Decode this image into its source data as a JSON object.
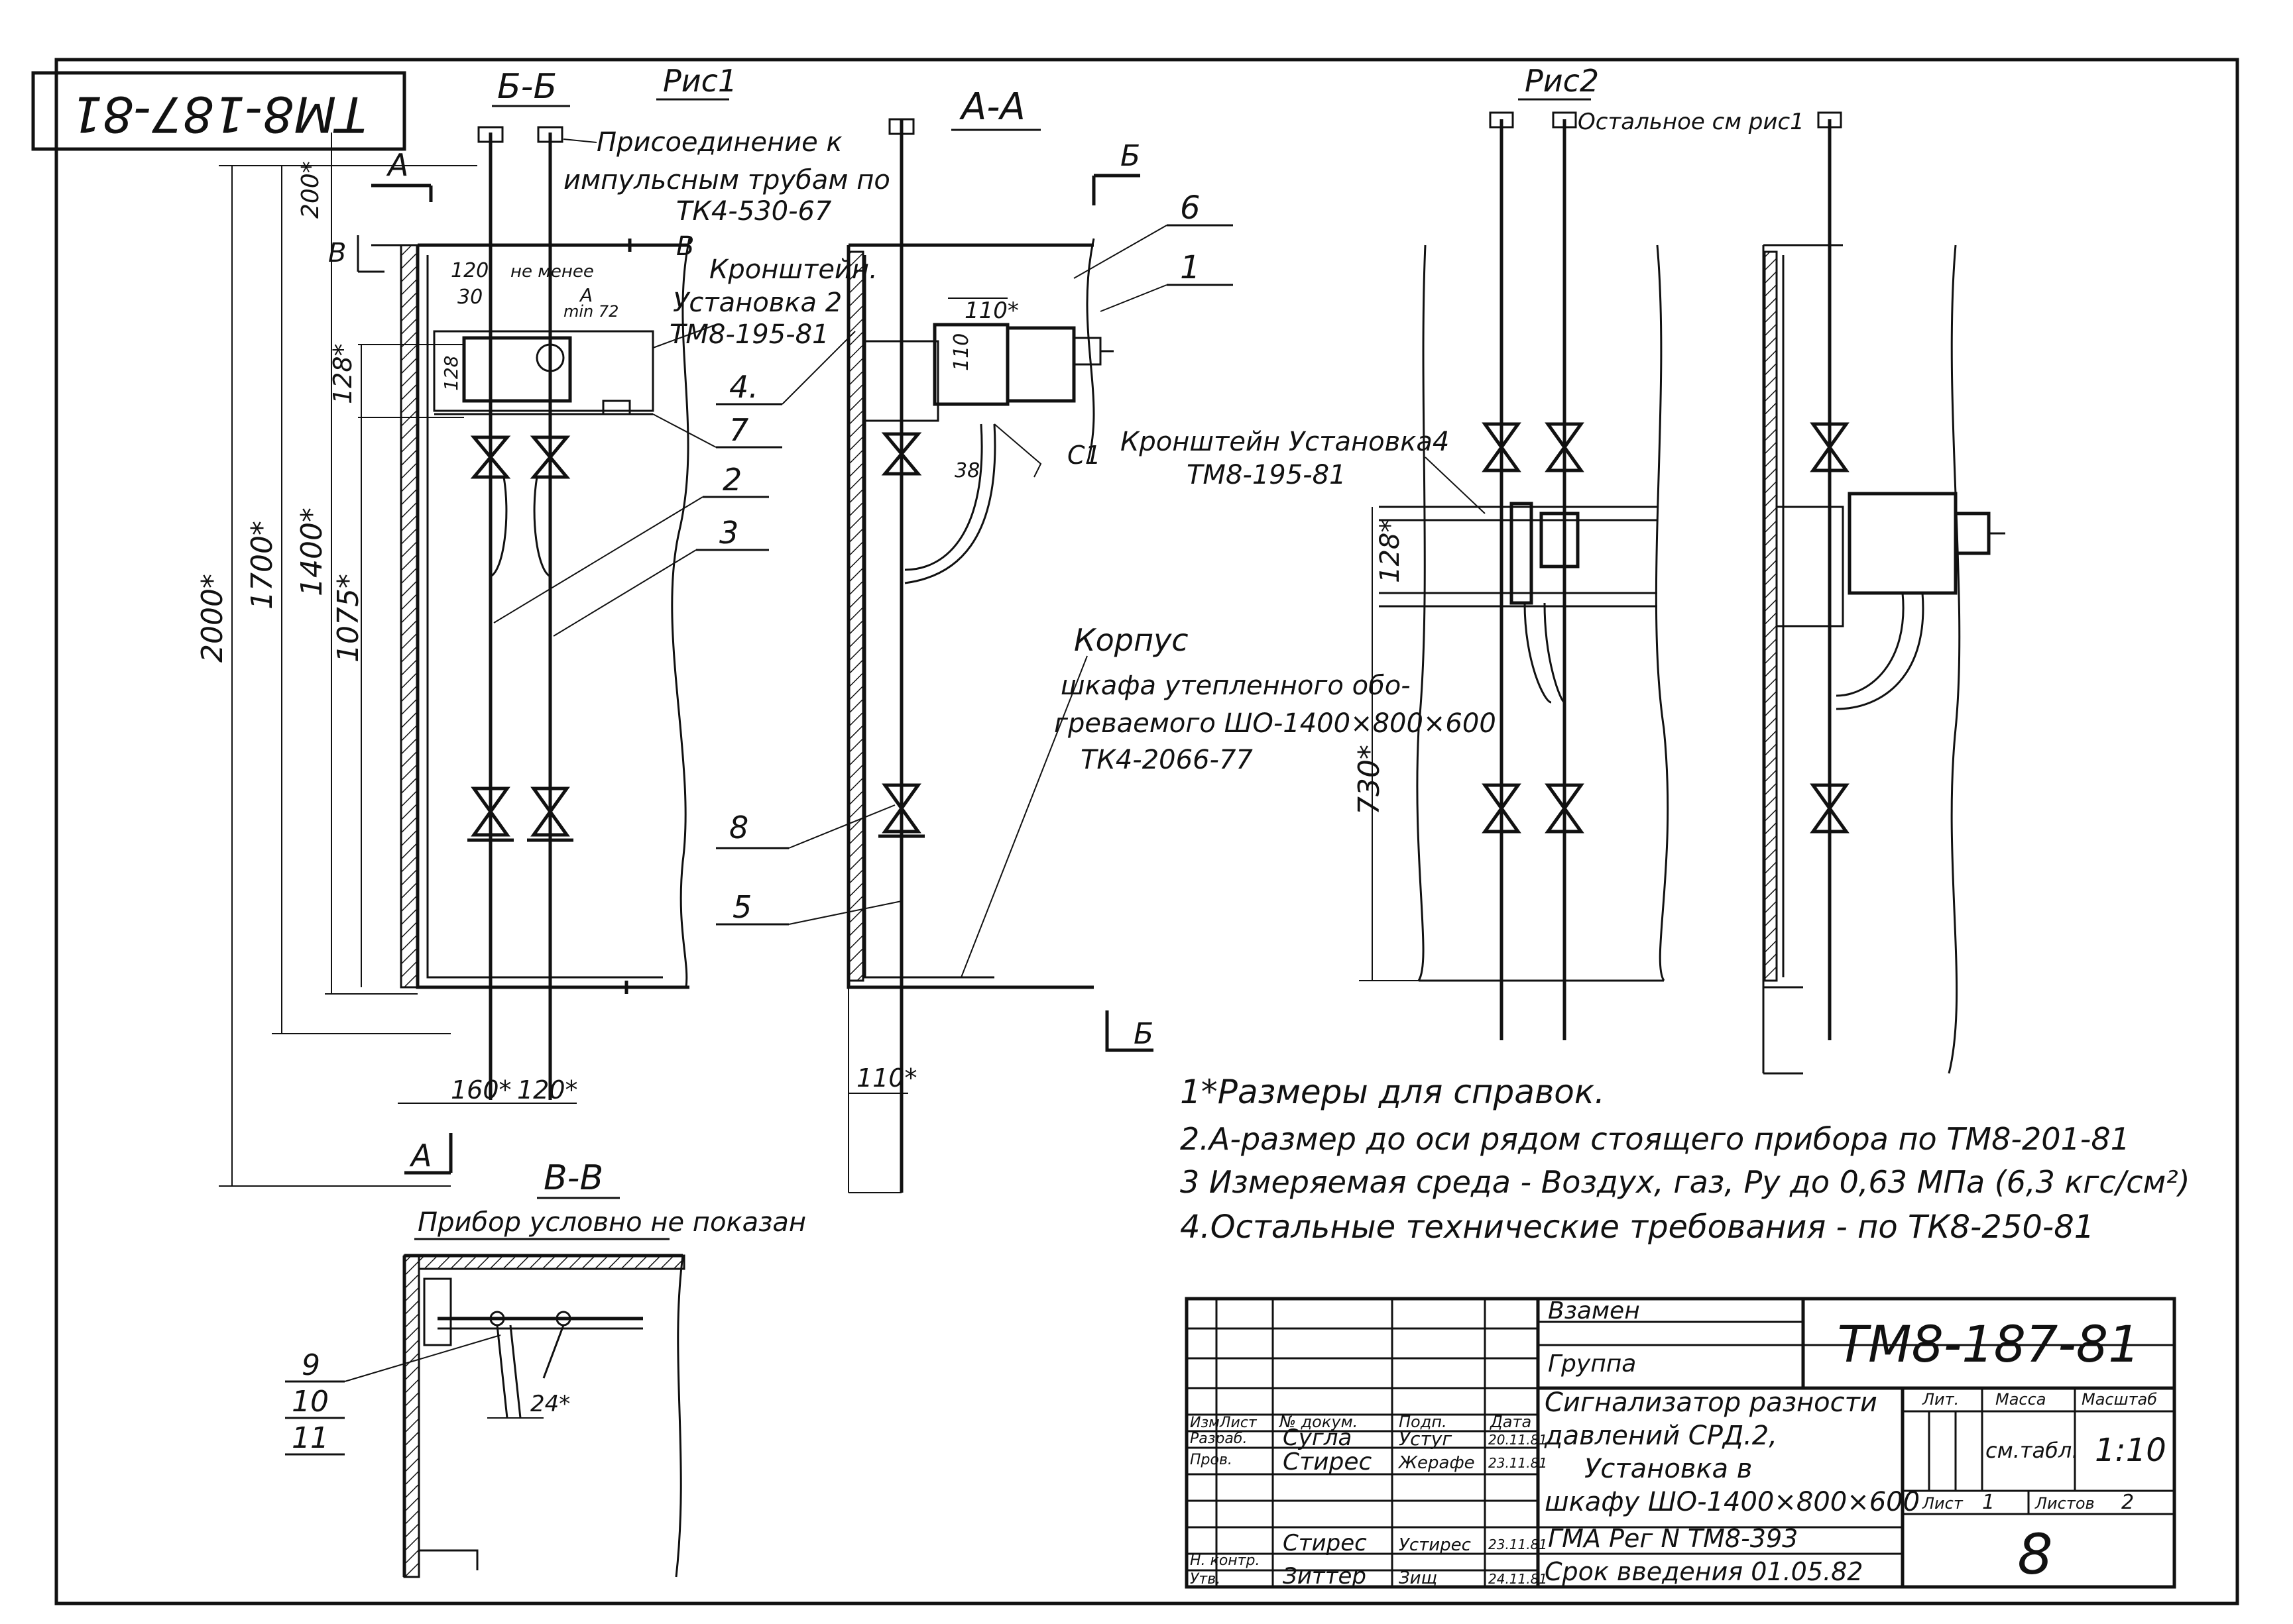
{
  "doc_code_rotated": "ТМ8-187-81",
  "views": {
    "fig1_title": "Рис1",
    "section_bb": "Б-Б",
    "section_aa": "А-А",
    "fig2_title": "Рис2",
    "fig2_note": "Остальное см рис1",
    "section_vv": "В-В",
    "vv_note": "Прибор условно не показан",
    "marker_a": "А",
    "marker_b": "Б",
    "marker_v": "В"
  },
  "callouts": {
    "connection_1": "Присоединение к",
    "connection_2": "импульсным трубам по",
    "connection_3": "ТК4-530-67",
    "bracket_1": "Кронштейн.",
    "bracket_2": "Установка 2",
    "bracket_3": "ТМ8-195-81",
    "bracket4_1": "Кронштейн Установка4",
    "bracket4_2": "ТМ8-195-81",
    "body_1": "Корпус",
    "body_2": "шкафа утепленного обо-",
    "body_3": "греваемого ШО-1400×800×600",
    "body_4": "ТК4-2066-77",
    "not_less": "не менее",
    "a_min": "А",
    "a_min2": "min 72",
    "c1": "С1"
  },
  "dimensions": {
    "d200": "200*",
    "d2000": "2000*",
    "d1700": "1700*",
    "d1400": "1400*",
    "d1075": "1075*",
    "d128": "128*",
    "d128b": "128",
    "d120": "120",
    "d30": "30",
    "d110": "110*",
    "d110b": "110",
    "d38": "38",
    "d160": "160*",
    "d120b": "120*",
    "d110c": "110*",
    "d128c": "128*",
    "d730": "730*",
    "d24": "24*"
  },
  "items": [
    "1",
    "2",
    "3",
    "4.",
    "5",
    "6",
    "7",
    "8",
    "9",
    "10",
    "11"
  ],
  "notes": [
    "1*Размеры для справок.",
    "2.А-размер до оси рядом стоящего прибора по ТМ8-201-81",
    "3 Измеряемая среда - Воздух, газ, Py до 0,63 МПа (6,3 кгс/см²)",
    "4.Остальные технические требования - по ТК8-250-81"
  ],
  "title_block": {
    "replaces": "Взамен",
    "group": "Группа",
    "code": "ТМ8-187-81",
    "title_1": "Сигнализатор разности",
    "title_2": "давлений СРД.2,",
    "title_3": "Установка в",
    "title_4": "шкафу ШО-1400×800×600",
    "reg": "ГМА Рег N ТМ8-393",
    "date": "Срок введения 01.05.82",
    "h_change": "Изм",
    "h_sheet": "Лист",
    "h_doc": "№ докум.",
    "h_sign": "Подп.",
    "h_date": "Дата",
    "r1_role": "Разраб.",
    "r1_name": "Сугла",
    "r1_sign": "Устуг",
    "r1_date": "20.11.81",
    "r2_role": "Пров.",
    "r2_name": "Стирес",
    "r2_sign": "Жерафе",
    "r2_date": "23.11.81",
    "r3_role": "Н. контр.",
    "r3_name": "Стирес",
    "r3_sign": "Устирес",
    "r3_date": "23.11.81",
    "r4_role": "Утв.",
    "r4_name": "Зиттер",
    "r4_sign": "Зищ",
    "r4_date": "24.11.81",
    "lit": "Лит.",
    "mass": "Масса",
    "scale": "Масштаб",
    "mass_val": "см.табл.",
    "scale_val": "1:10",
    "sheet": "Лист",
    "sheet_val": "1",
    "sheets": "Листов",
    "sheets_val": "2",
    "page": "8"
  }
}
